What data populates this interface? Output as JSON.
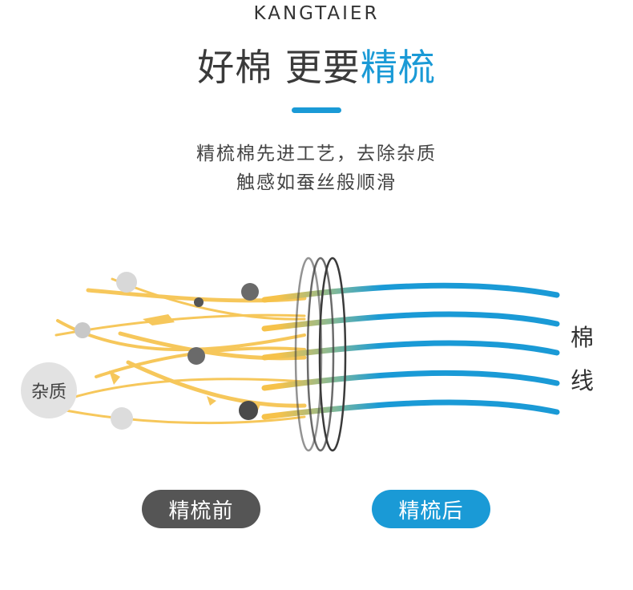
{
  "brand": "KANGTAIER",
  "headline": {
    "part1": "好棉 更要",
    "part2": "精梳"
  },
  "description": {
    "line1": "精梳棉先进工艺，去除杂质",
    "line2": "触感如蚕丝般顺滑"
  },
  "impurity_label": "杂质",
  "cotton_yarn_label": {
    "char1": "棉",
    "char2": "线"
  },
  "buttons": {
    "before": "精梳前",
    "after": "精梳后"
  },
  "colors": {
    "accent": "#1a9ad6",
    "fiber": "#f6c24a",
    "dark_pill": "#555555"
  },
  "icons": [
    "comb-ring-icon",
    "impurity-dot-icon"
  ]
}
